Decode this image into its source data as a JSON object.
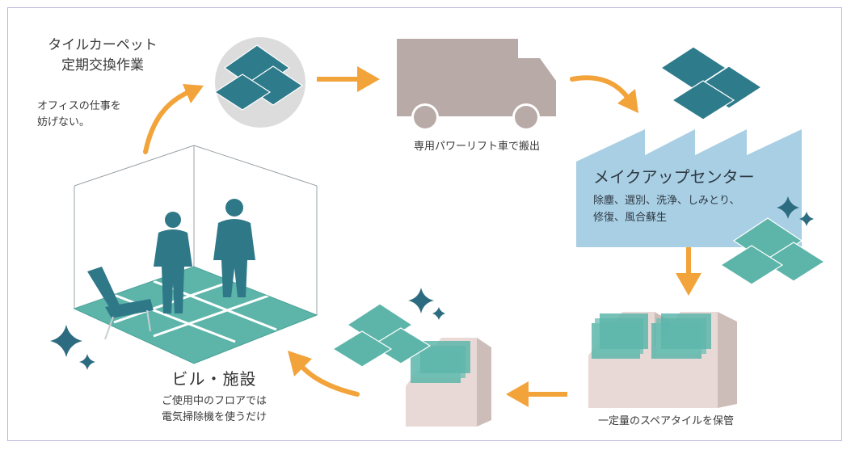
{
  "colors": {
    "teal_dark": "#2e7b8b",
    "teal_light": "#5db5aa",
    "arrow_orange": "#f2a33a",
    "truck_gray": "#b8aaa7",
    "makeup_blue": "#a9cfe4",
    "storage_pink": "#e8d9d6",
    "figure_teal": "#2f7888",
    "sparkle": "#2d6c80"
  },
  "icons": [
    "tile-stack-icon",
    "truck-icon",
    "factory-icon",
    "sparkle-icon",
    "arrow-icon",
    "room-icon",
    "person-icon",
    "chair-icon",
    "storage-box-icon"
  ],
  "labels": {
    "top_title_line1": "タイルカーペット",
    "top_title_line2": "定期交換作業",
    "office_note_line1": "オフィスの仕事を",
    "office_note_line2": "妨げない。",
    "truck_caption": "専用パワーリフト車で搬出",
    "makeup_title": "メイクアップセンター",
    "makeup_desc_line1": "除塵、選別、洗浄、しみとり、",
    "makeup_desc_line2": "修復、風合蘇生",
    "storage_caption": "一定量のスペアタイルを保管",
    "building_title": "ビル・施設",
    "building_desc_line1": "ご使用中のフロアでは",
    "building_desc_line2": "電気掃除機を使うだけ"
  }
}
